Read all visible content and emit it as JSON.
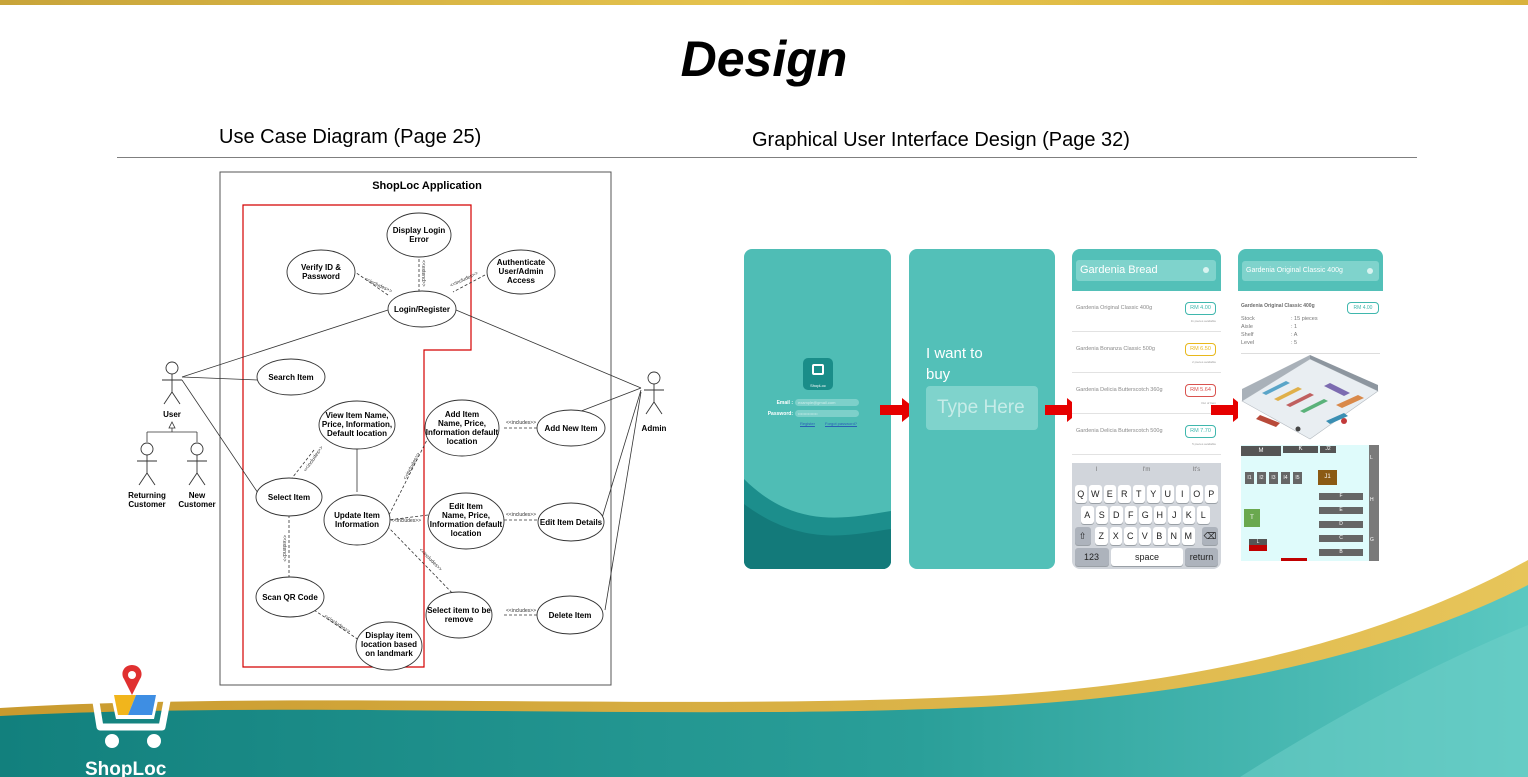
{
  "slide": {
    "title": "Design",
    "left_heading": "Use Case Diagram (Page 25)",
    "right_heading": "Graphical User Interface Design (Page 32)"
  },
  "use_case_diagram": {
    "system_name": "ShopLoc Application",
    "actors": {
      "user": "User",
      "returning_customer": [
        "Returning",
        "Customer"
      ],
      "new_customer": [
        "New",
        "Customer"
      ],
      "admin": "Admin"
    },
    "use_cases": {
      "display_login_error": [
        "Display Login",
        "Error"
      ],
      "verify_id": [
        "Verify ID &",
        "Password"
      ],
      "authenticate": [
        "Authenticate",
        "User/Admin",
        "Access"
      ],
      "login_register": [
        "Login/Register"
      ],
      "search_item": [
        "Search Item"
      ],
      "view_item": [
        "View Item Name,",
        "Price, Information,",
        "Default location"
      ],
      "add_item": [
        "Add Item",
        "Name, Price,",
        "Information  default",
        "location"
      ],
      "add_new_item": [
        "Add New Item"
      ],
      "select_item": [
        "Select Item"
      ],
      "update_item": [
        "Update Item",
        "Information"
      ],
      "edit_item": [
        "Edit Item",
        "Name, Price,",
        "Information default",
        "location"
      ],
      "edit_item_details": [
        "Edit Item Details"
      ],
      "scan_qr": [
        "Scan QR Code"
      ],
      "select_remove": [
        "Select item to be",
        "remove"
      ],
      "delete_item": [
        "Delete Item"
      ],
      "display_location": [
        "Display item",
        "location based",
        "on landmark"
      ]
    },
    "relations": {
      "include": "<<includes>>",
      "extend": "<<extend>>"
    }
  },
  "gui": {
    "login_screen": {
      "app_badge": "ShopLoc",
      "email_label": "Email :",
      "email_value": "example@gmail.com",
      "password_label": "Password:",
      "password_value": "••••••••••••••",
      "register_link": "Register",
      "forgot_link": "Forgot password?"
    },
    "search_screen": {
      "prompt_line1": "I want to",
      "prompt_line2": "buy",
      "input_placeholder": "Type Here"
    },
    "results_screen": {
      "search_text": "Gardenia Bread",
      "items": [
        {
          "name": "Gardenia Original Classic 400g",
          "price": "RM 4.00",
          "status": "11 pieces available",
          "color": "#3fb7ad"
        },
        {
          "name": "Gardenia Bonanza Classic 500g",
          "price": "RM 6.50",
          "status": "2 pieces available",
          "color": "#e8b81c"
        },
        {
          "name": "Gardenia Delicia Butterscotch 360g",
          "price": "RM 5.64",
          "status": "Out of Item",
          "color": "#d9534f"
        },
        {
          "name": "Gardenia Delicia Butterscotch 500g",
          "price": "RM 7.70",
          "status": "5 pieces available",
          "color": "#3fb7ad"
        }
      ],
      "suggestions": [
        "I",
        "I'm",
        "It's"
      ],
      "keyboard_rows": [
        [
          "Q",
          "W",
          "E",
          "R",
          "T",
          "Y",
          "U",
          "I",
          "O",
          "P"
        ],
        [
          "A",
          "S",
          "D",
          "F",
          "G",
          "H",
          "J",
          "K",
          "L"
        ],
        [
          "Z",
          "X",
          "C",
          "V",
          "B",
          "N",
          "M"
        ]
      ],
      "key_numbers": "123",
      "key_space": "space",
      "key_return": "return"
    },
    "detail_screen": {
      "search_text": "Gardenia Original Classic 400g",
      "item_name": "Gardenia Original Classic 400g",
      "price": "RM 4.00",
      "fields": [
        {
          "label": "Stock",
          "value": ": 15 pieces"
        },
        {
          "label": "Aisle",
          "value": ": 1"
        },
        {
          "label": "Shelf",
          "value": ": A"
        },
        {
          "label": "Level",
          "value": ": 5"
        }
      ],
      "map_labels": [
        "M",
        "K",
        "J2",
        "J1",
        "T",
        "L",
        "I1",
        "I2",
        "I3",
        "I4",
        "I5",
        "F",
        "E",
        "D",
        "C",
        "B",
        "H",
        "G"
      ]
    }
  },
  "brand": {
    "logo_text": "ShopLoc",
    "accent": "#4fbdb5",
    "dark_teal": "#167f7e",
    "gold": "#d9b23c"
  }
}
